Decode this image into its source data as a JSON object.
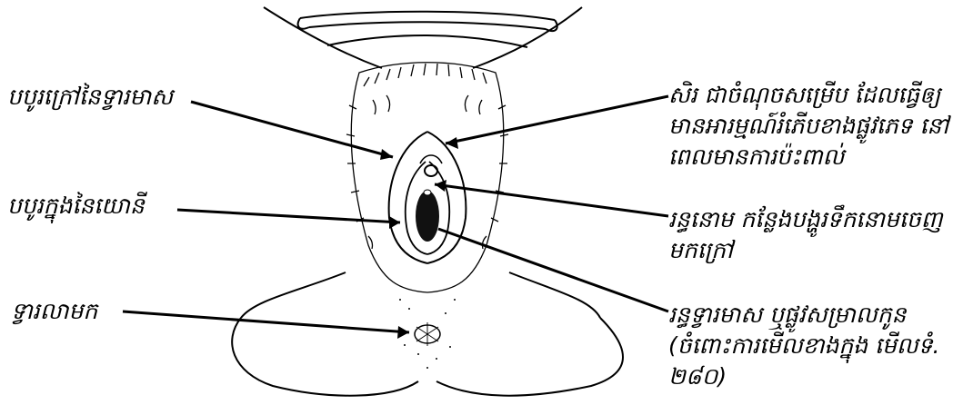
{
  "labels": {
    "outer_lips": "បបូរក្រៅនៃទ្វារមាស",
    "inner_lips": "បបូរក្នុងនៃយោនី",
    "anus": "ទ្វារលាមក",
    "clitoris": "សិរ ជាចំណុចសម្រើប ដែលធ្វើឲ្យ មានអារម្មណ៍រំភើបខាងផ្លូវភេទ នៅ ពេលមានការប៉ះពាល់",
    "urethra": "រន្ធនោម កន្លែងបង្ហូរទឹកនោមចេញ មកក្រៅ",
    "vaginal_opening": "រន្ធទ្វារមាស ឬផ្លូវសម្រាលកូន (ចំពោះការមើលខាងក្នុង មើលទំ. ២៨០)"
  }
}
